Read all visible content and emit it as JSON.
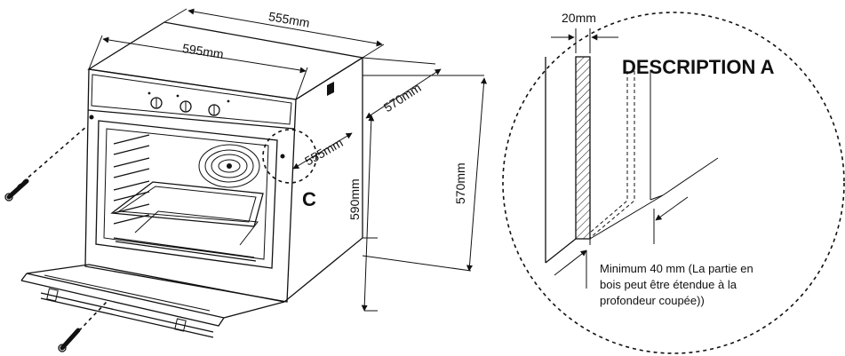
{
  "dimensions": {
    "top_depth": "555mm",
    "front_width": "595mm",
    "side_depth": "570mm",
    "inner_depth": "555mm",
    "front_height": "590mm",
    "niche_height": "570mm"
  },
  "callout_label": "C",
  "detail": {
    "title": "DESCRIPTION A",
    "gap": "20mm",
    "note_lines": [
      "Minimum 40 mm (La partie en",
      "bois peut être étendue à la",
      "profondeur coupée))"
    ]
  },
  "colors": {
    "ink": "#111111",
    "background": "#ffffff"
  }
}
